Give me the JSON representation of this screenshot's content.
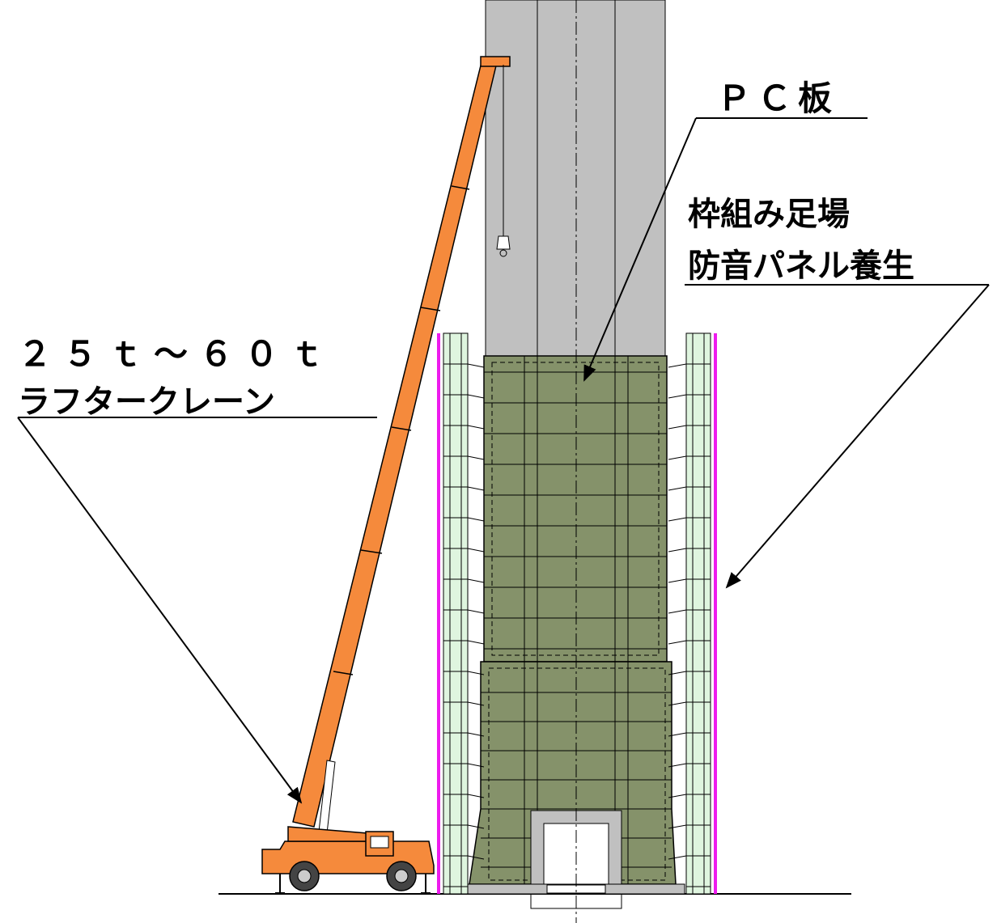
{
  "labels": {
    "pc_panel": "ＰＣ板",
    "scaffold_line1": "枠組み足場",
    "scaffold_line2": "防音パネル養生",
    "crane_line1": "２５ｔ～６０ｔ",
    "crane_line2": "ラフタークレーン"
  },
  "colors": {
    "pier_gray": "#c0c0c0",
    "pc_panel_green": "#85926a",
    "scaffold_green": "#dff5df",
    "sound_panel_magenta": "#ee1bee",
    "crane_orange": "#f58a3c",
    "line": "#000000"
  }
}
